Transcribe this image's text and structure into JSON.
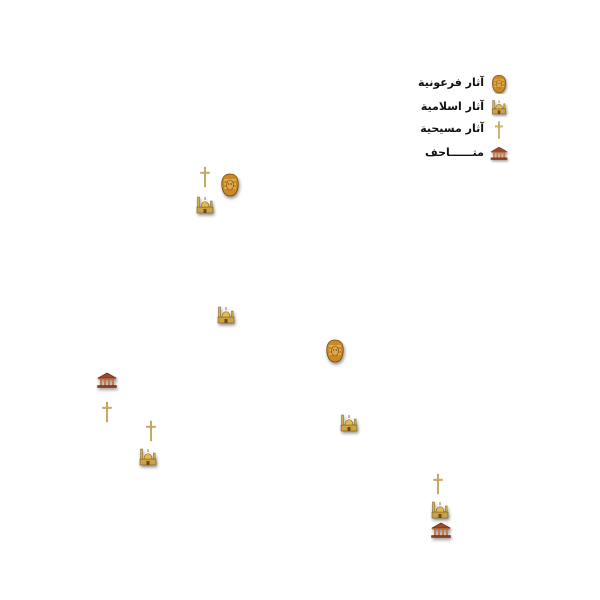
{
  "colors": {
    "pharaonic": "#c98a22",
    "islamic": "#d4a53a",
    "christian": "#d9b56a",
    "museum": "#9c4a2a"
  },
  "legend": {
    "items": [
      {
        "label": "آثار فرعونية",
        "icon": "pharaoh-mask-icon"
      },
      {
        "label": "آثار اسلامية",
        "icon": "mosque-icon"
      },
      {
        "label": "آثار مسيحية",
        "icon": "cross-icon"
      },
      {
        "label": "متــــــاحف",
        "icon": "museum-icon"
      }
    ]
  },
  "markers": [
    {
      "type": "cross",
      "icon": "cross-icon"
    },
    {
      "type": "pharaonic",
      "icon": "pharaoh-mask-icon"
    },
    {
      "type": "islamic",
      "icon": "mosque-icon"
    },
    {
      "type": "islamic",
      "icon": "mosque-icon"
    },
    {
      "type": "pharaonic",
      "icon": "pharaoh-mask-icon"
    },
    {
      "type": "museum",
      "icon": "museum-icon"
    },
    {
      "type": "cross",
      "icon": "cross-icon"
    },
    {
      "type": "cross",
      "icon": "cross-icon"
    },
    {
      "type": "islamic",
      "icon": "mosque-icon"
    },
    {
      "type": "islamic",
      "icon": "mosque-icon"
    },
    {
      "type": "cross",
      "icon": "cross-icon"
    },
    {
      "type": "islamic",
      "icon": "mosque-icon"
    },
    {
      "type": "museum",
      "icon": "museum-icon"
    }
  ]
}
